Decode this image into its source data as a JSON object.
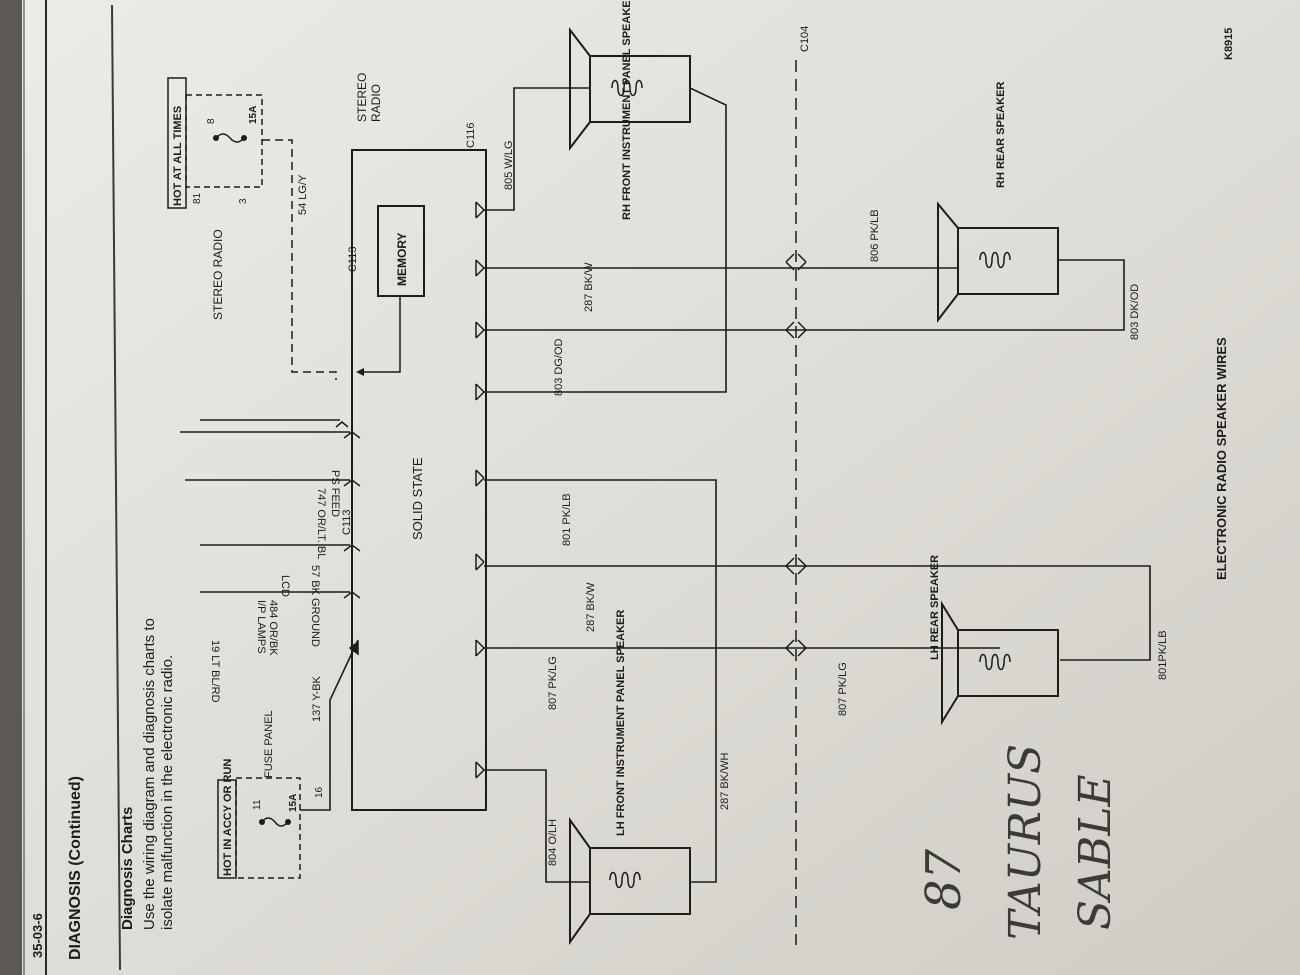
{
  "page": {
    "page_number": "35-03-6",
    "section_heading": "DIAGNOSIS (Continued)",
    "subheading": "Diagnosis Charts",
    "intro_line1": "Use the wiring diagram and diagnosis charts to",
    "intro_line2": "isolate malfunction in the electronic radio.",
    "figure_code": "K8915",
    "handwritten_line1": "87",
    "handwritten_line2": "TAURUS",
    "handwritten_line3": "SABLE"
  },
  "diagram": {
    "caption": "ELECTRONIC RADIO SPEAKER WIRES",
    "radio_label": "STEREO RADIO",
    "radio_label_top1": "STEREO",
    "radio_label_top2": "RADIO",
    "solid_state_label": "SOLID STATE",
    "memory_label": "MEMORY",
    "connectors": {
      "c113_left": "C113",
      "c113_right": "C113",
      "c116": "C116",
      "c104": "C104"
    },
    "power_boxes": {
      "accy": {
        "title": "HOT IN ACCY OR RUN",
        "fuse_panel": "FUSE PANEL",
        "fuse_number": "11",
        "fuse_rating": "15A",
        "pin": "16"
      },
      "hot": {
        "title": "HOT AT ALL TIMES",
        "fuse_number": "8",
        "fuse_rating": "15A",
        "pin_top": "81",
        "pin_bottom": "3"
      }
    },
    "input_wires": [
      {
        "label": "137 Y-BK"
      },
      {
        "label": "19 LT BL/RD"
      },
      {
        "label": "I/P LAMPS"
      },
      {
        "label": "484 OR/BK"
      },
      {
        "label": "LCD"
      },
      {
        "label": "57 BK GROUND"
      },
      {
        "label": "747 OR/LT. BL"
      },
      {
        "label": "PS FEED"
      },
      {
        "label": "54 LG/Y"
      }
    ],
    "speaker_wires": [
      {
        "label": "804 O/LH"
      },
      {
        "label": "287 BK/WH"
      },
      {
        "label": "807 PK/LG"
      },
      {
        "label": "807 PK/LG"
      },
      {
        "label": "287 BK/W"
      },
      {
        "label": "801 PK/LB"
      },
      {
        "label": "801PK/LB"
      },
      {
        "label": "803 DG/OD"
      },
      {
        "label": "287 BK/W"
      },
      {
        "label": "806 PK/LB"
      },
      {
        "label": "803 DK/OD"
      },
      {
        "label": "805 W/LG"
      }
    ],
    "speakers": [
      {
        "label": "LH FRONT INSTRUMENT PANEL SPEAKER"
      },
      {
        "label": "LH REAR SPEAKER"
      },
      {
        "label": "RH FRONT INSTRUMENT PANEL SPEAKER"
      },
      {
        "label": "RH REAR SPEAKER"
      }
    ]
  }
}
